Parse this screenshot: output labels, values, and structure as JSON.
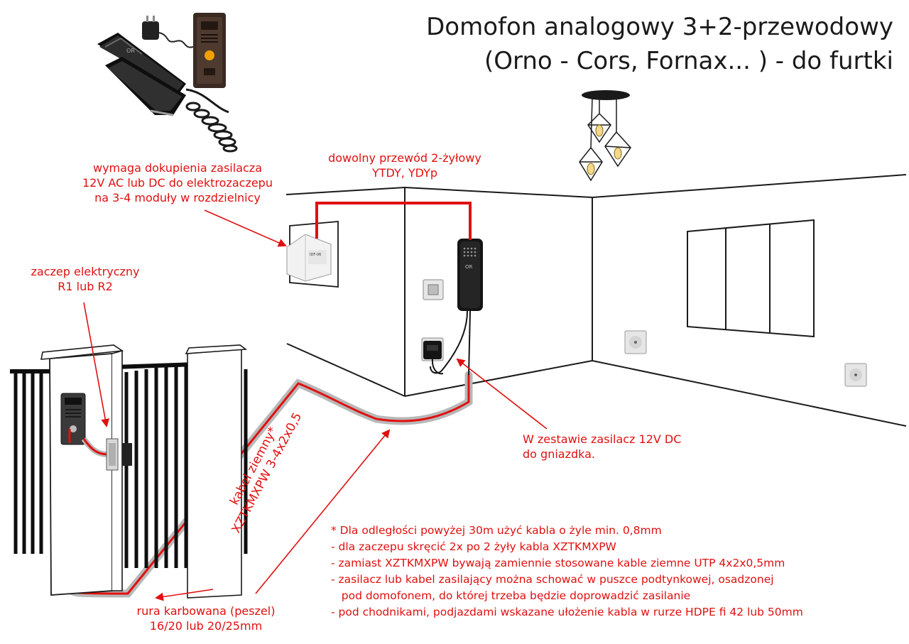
{
  "title": {
    "line1": "Domofon analogowy 3+2-przewodowy",
    "line2": "(Orno - Cors, Fornax... ) - do furtki"
  },
  "labels": {
    "power_supply": [
      "wymaga dokupienia zasilacza",
      "12V AC lub DC do elektrozaczepu",
      "na 3-4 moduły w rozdzielnicy"
    ],
    "wire_2": [
      "dowolny przewód 2-żyłowy",
      "YTDY, YDYp"
    ],
    "strike": [
      "zaczep elektryczny",
      "R1 lub R2"
    ],
    "psu_kit": [
      "W zestawie zasilacz 12V DC",
      "do gniazdka."
    ],
    "cable": [
      "kabel ziemny*",
      "XZTKMXPW 3-4x2x0,5"
    ],
    "conduit": [
      "rura karbowana (peszel)",
      "16/20 lub 20/25mm"
    ]
  },
  "notes": [
    "* Dla odległości powyżej 30m użyć kabla o żyle min. 0,8mm",
    "- dla zaczepu skręcić 2x po 2 żyły kabla XZTKMXPW",
    "- zamiast XZTKMXPW bywają zamiennie stosowane kable ziemne UTP 4x2x0,5mm",
    "- zasilacz lub kabel zasilający można schować w puszce podtynkowej, osadzonej",
    "   pod domofonem, do której trzeba będzie doprowadzić zasilanie",
    "- pod chodnikami, podjazdami wskazane ułożenie kabla w rurze HDPE fi 42 lub 50mm"
  ],
  "colors": {
    "accent": "#e01010",
    "line": "#1a1a1a",
    "conduit": "#b8b8b8",
    "handset": "#151515"
  },
  "icons": [
    "intercom-kit-photo",
    "ceiling-lamp-icon",
    "din-power-supply-icon",
    "light-switch-icon",
    "wall-socket-icon",
    "door-panel-icon",
    "electric-strike-icon",
    "indoor-handset-icon",
    "wall-adapter-icon"
  ]
}
